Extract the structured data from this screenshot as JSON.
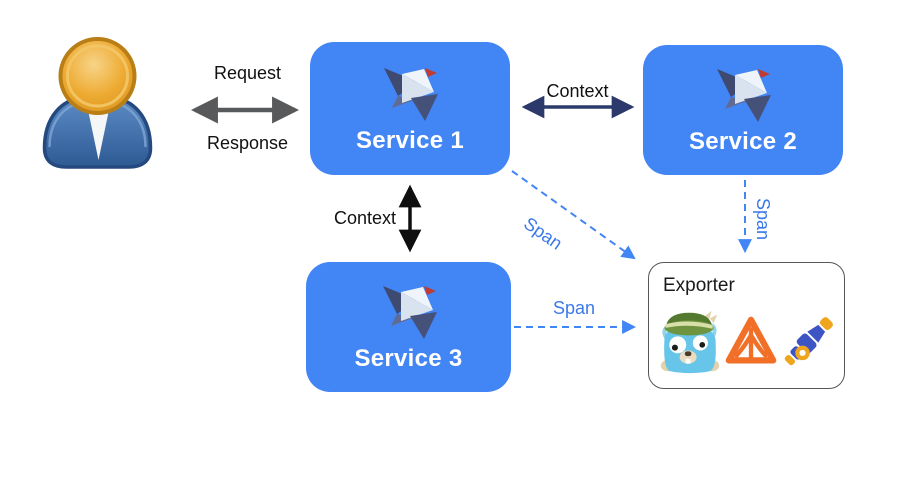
{
  "diagram": {
    "nodes": {
      "user": {
        "icon": "user-person-icon"
      },
      "service1": {
        "label": "Service 1",
        "icon": "origami-bird-logo-icon"
      },
      "service2": {
        "label": "Service 2",
        "icon": "origami-bird-logo-icon"
      },
      "service3": {
        "label": "Service 3",
        "icon": "origami-bird-logo-icon"
      },
      "exporter": {
        "title": "Exporter",
        "icons": [
          "gopher-mascot-icon",
          "orange-triangle-logo-icon",
          "telescope-icon"
        ]
      }
    },
    "edges": {
      "user_service1": {
        "label_top": "Request",
        "label_bottom": "Response",
        "style": "solid-double-arrow-gray"
      },
      "service1_service2": {
        "label": "Context",
        "style": "solid-double-arrow-navy"
      },
      "service1_service3": {
        "label": "Context",
        "style": "solid-double-arrow-black"
      },
      "service1_exporter": {
        "label": "Span",
        "style": "dashed-arrow-blue"
      },
      "service2_exporter": {
        "label": "Span",
        "style": "dashed-arrow-blue"
      },
      "service3_exporter": {
        "label": "Span",
        "style": "dashed-arrow-blue"
      }
    },
    "colors": {
      "service_box_blue": "#4285f4",
      "service_text": "#ffffff",
      "request_arrow_gray": "#58595b",
      "context_arrow_navy": "#2b3a6b",
      "context_arrow_black": "#0f0f0f",
      "span_arrow_blue": "#4285f4",
      "span_text_blue": "#3b78e8",
      "exporter_border": "#565656",
      "logo_orange": "#f16f26",
      "telescope_blue": "#3d55c4",
      "telescope_gold": "#efa51d",
      "gopher_blue": "#66c5e8",
      "hat_green": "#6e9440"
    }
  }
}
